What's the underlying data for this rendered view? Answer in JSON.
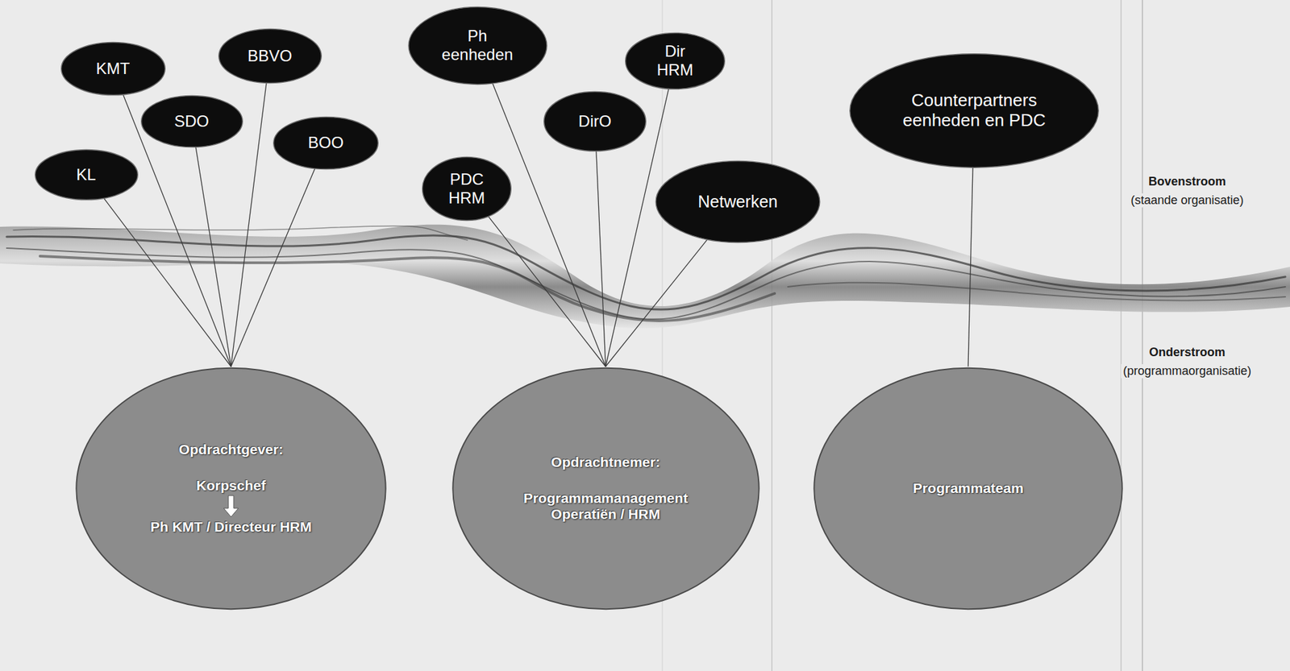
{
  "diagram": {
    "nodes": [
      {
        "text": [
          "KL"
        ]
      },
      {
        "text": [
          "KMT"
        ]
      },
      {
        "text": [
          "SDO"
        ]
      },
      {
        "text": [
          "BBVO"
        ]
      },
      {
        "text": [
          "BOO"
        ]
      },
      {
        "text": [
          "Ph eenheden"
        ]
      },
      {
        "text": [
          "PDC HRM"
        ]
      },
      {
        "text": [
          "DirO"
        ]
      },
      {
        "text": [
          "Dir HRM"
        ]
      },
      {
        "text": [
          "Netwerken"
        ]
      },
      {
        "text": [
          "Counterpartners eenheden en PDC"
        ]
      },
      {
        "text": [
          "Opdrachtgever:",
          "Korpschef",
          "Ph KMT / Directeur HRM"
        ]
      },
      {
        "text": [
          "Opdrachtnemer:",
          "Programmamanagement Operatiën / HRM"
        ]
      },
      {
        "text": [
          "Programmateam"
        ]
      }
    ],
    "edges": [
      {
        "from": 0,
        "to": 11,
        "arrow": "none"
      },
      {
        "from": 1,
        "to": 11,
        "arrow": "none"
      },
      {
        "from": 2,
        "to": 11,
        "arrow": "none"
      },
      {
        "from": 3,
        "to": 11,
        "arrow": "none"
      },
      {
        "from": 4,
        "to": 11,
        "arrow": "none"
      },
      {
        "from": 5,
        "to": 12,
        "arrow": "none"
      },
      {
        "from": 6,
        "to": 12,
        "arrow": "none"
      },
      {
        "from": 7,
        "to": 12,
        "arrow": "none"
      },
      {
        "from": 8,
        "to": 12,
        "arrow": "none"
      },
      {
        "from": 9,
        "to": 12,
        "arrow": "none"
      },
      {
        "from": 10,
        "to": 13,
        "arrow": "none"
      }
    ],
    "labels": [
      "Bovenstroom",
      "(staande organisatie)",
      "Onderstroom",
      "(programmaorganisatie)"
    ]
  }
}
